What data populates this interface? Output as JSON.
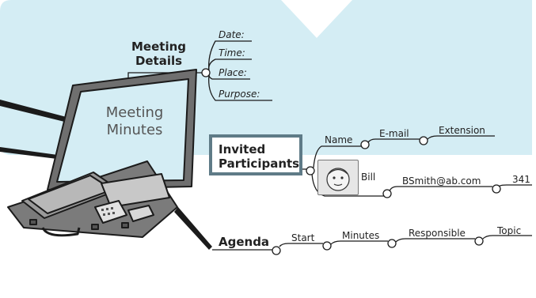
{
  "colors": {
    "banner": "#d4edf4",
    "line": "#1b1b1b",
    "box_border": "#5f7b87"
  },
  "briefcase": {
    "lid_title_line1": "Meeting",
    "lid_title_line2": "Minutes"
  },
  "meeting_details": {
    "title_line1": "Meeting",
    "title_line2": "Details",
    "fields": [
      "Date:",
      "Time:",
      "Place:",
      "Purpose:"
    ]
  },
  "invited_participants": {
    "title_line1": "Invited",
    "title_line2": "Participants",
    "headers": [
      "Name",
      "E-mail",
      "Extension"
    ],
    "participant": {
      "name": "Bill",
      "email": "BSmith@ab.com",
      "extension": "341"
    }
  },
  "agenda": {
    "title": "Agenda",
    "columns": [
      "Start",
      "Minutes",
      "Responsible",
      "Topic"
    ]
  }
}
